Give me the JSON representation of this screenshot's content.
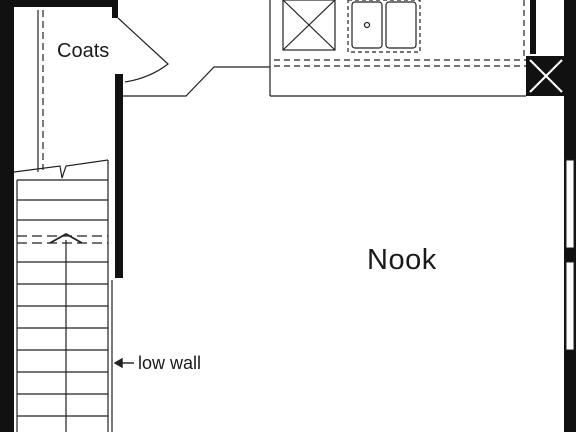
{
  "rooms": {
    "coats": "Coats",
    "nook": "Nook"
  },
  "annotations": {
    "low_wall": "low wall"
  },
  "colors": {
    "wall": "#111111",
    "line": "#222222",
    "background": "#ffffff"
  }
}
